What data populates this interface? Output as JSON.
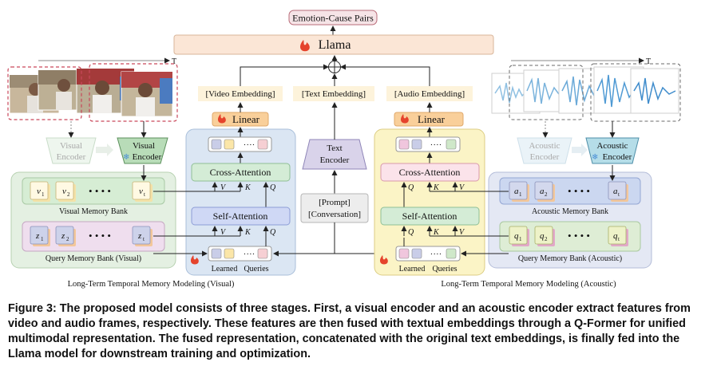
{
  "output": {
    "label": "Emotion-Cause Pairs"
  },
  "llm": {
    "label": "Llama"
  },
  "embeddings": {
    "video": "[Video Embedding]",
    "text": "[Text Embedding]",
    "audio": "[Audio Embedding]"
  },
  "linear_label": "Linear",
  "time_label": "T",
  "text_encoder": {
    "line1": "Text",
    "line2": "Encoder"
  },
  "prompt": {
    "line1": "[Prompt]",
    "line2": "[Conversation]"
  },
  "visual": {
    "encoder_faded": [
      "Visual",
      "Encoder"
    ],
    "encoder": [
      "Visual",
      "Encoder"
    ],
    "memory_bank": {
      "label": "Visual Memory Bank",
      "items": [
        "v",
        "v",
        "v"
      ],
      "subs": [
        "1",
        "2",
        "t"
      ]
    },
    "query_bank": {
      "label": "Query Memory Bank (Visual)",
      "items": [
        "z",
        "z",
        "z"
      ],
      "subs": [
        "1",
        "2",
        "t"
      ]
    },
    "qformer": {
      "cross": "Cross-Attention",
      "self": "Self-Attention",
      "learned": "Learned",
      "queries": "Queries",
      "dots": "····"
    },
    "section_label": "Long-Term Temporal Memory Modeling (Visual)"
  },
  "acoustic": {
    "encoder_faded": [
      "Acoustic",
      "Encoder"
    ],
    "encoder": [
      "Acoustic",
      "Encoder"
    ],
    "memory_bank": {
      "label": "Acoustic Memory Bank",
      "items": [
        "a",
        "a",
        "a"
      ],
      "subs": [
        "1",
        "2",
        "t"
      ]
    },
    "query_bank": {
      "label": "Query Memory Bank (Acoustic)",
      "items": [
        "q",
        "q",
        "q"
      ],
      "subs": [
        "1",
        "2",
        "t"
      ]
    },
    "qformer": {
      "cross": "Cross-Attention",
      "self": "Self-Attention",
      "learned": "Learned",
      "queries": "Queries",
      "dots": "····"
    },
    "section_label": "Long-Term Temporal Memory Modeling (Acoustic)"
  },
  "kqv": {
    "v": "V",
    "k": "K",
    "q": "Q"
  },
  "bank_dots": "• • • •",
  "caption": "Figure 3: The proposed model consists of three stages. First, a visual encoder and an acoustic encoder extract features from video and audio frames, respectively. These features are then fused with textual embeddings through a Q-Former for unified multimodal representation. The fused representation, concatenated with the original text embeddings, is finally fed into the Llama model for downstream training and optimization."
}
